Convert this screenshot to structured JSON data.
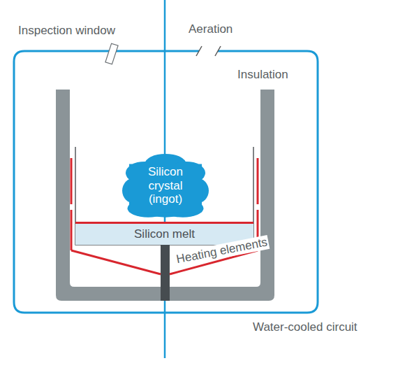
{
  "diagram": {
    "nodes": [
      {
        "text": [
          "Silicon crystal (ingot)"
        ]
      },
      {
        "text": [
          "Silicon melt"
        ]
      }
    ],
    "labels": [
      "Inspection window",
      "Aeration",
      "Insulation",
      "Heating elements",
      "Water-cooled circuit"
    ]
  }
}
